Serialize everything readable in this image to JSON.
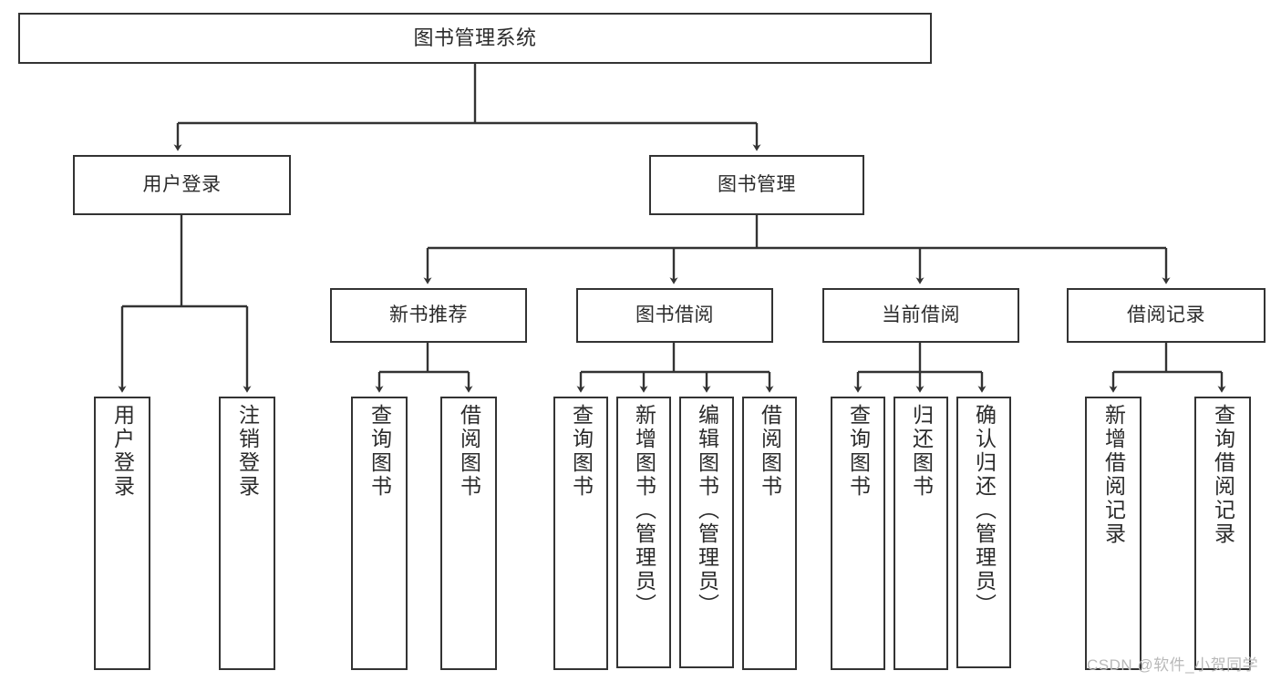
{
  "diagram": {
    "title": "图书管理系统",
    "type": "hierarchy-tree",
    "watermark": "CSDN @软件_小贺同学",
    "colors": {
      "box_border": "#333333",
      "box_fill": "#ffffff",
      "edge": "#333333",
      "text": "#2b2b2b",
      "watermark": "#b9b9b9"
    },
    "levels": {
      "root": [
        "图书管理系统"
      ],
      "level2": [
        "用户登录",
        "图书管理"
      ],
      "level3": [
        "新书推荐",
        "图书借阅",
        "当前借阅",
        "借阅记录"
      ],
      "leaves": [
        "用户登录",
        "注销登录",
        "查询图书",
        "借阅图书",
        "查询图书",
        "新增图书（管理员）",
        "编辑图书（管理员）",
        "借阅图书",
        "查询图书",
        "归还图书",
        "确认归还（管理员）",
        "新增借阅记录",
        "查询借阅记录"
      ]
    },
    "nodes": {
      "root": {
        "label": "图书管理系统"
      },
      "user_login": {
        "label": "用户登录"
      },
      "book_mgmt": {
        "label": "图书管理"
      },
      "new_book_rec": {
        "label": "新书推荐"
      },
      "book_borrow": {
        "label": "图书借阅"
      },
      "current_borrow": {
        "label": "当前借阅"
      },
      "borrow_record": {
        "label": "借阅记录"
      },
      "leaf_user_login": {
        "label": "用户登录"
      },
      "leaf_logout": {
        "label": "注销登录"
      },
      "leaf_query_book_1": {
        "label": "查询图书"
      },
      "leaf_borrow_book_1": {
        "label": "借阅图书"
      },
      "leaf_query_book_2": {
        "label": "查询图书"
      },
      "leaf_add_book": {
        "label": "新增图书（管理员）"
      },
      "leaf_edit_book": {
        "label": "编辑图书（管理员）"
      },
      "leaf_borrow_book_2": {
        "label": "借阅图书"
      },
      "leaf_query_book_3": {
        "label": "查询图书"
      },
      "leaf_return_book": {
        "label": "归还图书"
      },
      "leaf_confirm_return": {
        "label": "确认归还（管理员）"
      },
      "leaf_add_record": {
        "label": "新增借阅记录"
      },
      "leaf_query_record": {
        "label": "查询借阅记录"
      }
    }
  }
}
